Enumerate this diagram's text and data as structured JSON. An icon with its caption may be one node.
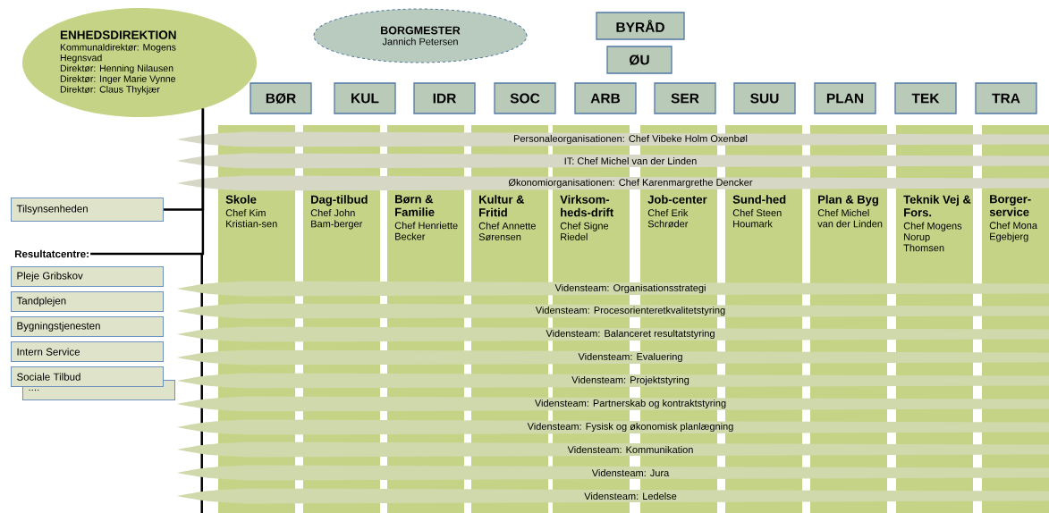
{
  "diagram": {
    "nodes": [
      {
        "text": [
          "ENHEDSDIREKTION",
          "Kommunaldirektør: Mogens Hegnsvad",
          "Direktør: Henning Nilausen",
          "Direktør: Inger Marie Vynne",
          "Direktør: Claus Thykjær"
        ]
      },
      {
        "text": [
          "BORGMESTER",
          "Jannich Petersen"
        ]
      },
      {
        "text": [
          "BYRÅD"
        ]
      },
      {
        "text": [
          "ØU"
        ]
      },
      {
        "text": [
          "BØR"
        ]
      },
      {
        "text": [
          "KUL"
        ]
      },
      {
        "text": [
          "IDR"
        ]
      },
      {
        "text": [
          "SOC"
        ]
      },
      {
        "text": [
          "ARB"
        ]
      },
      {
        "text": [
          "SER"
        ]
      },
      {
        "text": [
          "SUU"
        ]
      },
      {
        "text": [
          "PLAN"
        ]
      },
      {
        "text": [
          "TEK"
        ]
      },
      {
        "text": [
          "TRA"
        ]
      },
      {
        "text": [
          "Skole",
          "Chef Kim Kristian-sen"
        ]
      },
      {
        "text": [
          "Dag-tilbud",
          "Chef John Bam-berger"
        ]
      },
      {
        "text": [
          "Børn & Familie",
          "Chef Henriette Becker"
        ]
      },
      {
        "text": [
          "Kultur & Fritid",
          "Chef Annette Sørensen"
        ]
      },
      {
        "text": [
          "Virksom-heds-drift",
          "Chef Signe Riedel"
        ]
      },
      {
        "text": [
          "Job-center",
          "Chef Erik Schrøder"
        ]
      },
      {
        "text": [
          "Sund-hed",
          "Chef Steen Houmark"
        ]
      },
      {
        "text": [
          "Plan & Byg",
          "Chef Michel van der Linden"
        ]
      },
      {
        "text": [
          "Teknik Vej & Fors.",
          "Chef Mogens Norup Thomsen"
        ]
      },
      {
        "text": [
          "Borger-service",
          "Chef Mona Egebjerg"
        ]
      },
      {
        "text": [
          "Personaleorganisationen: Chef Vibeke Holm Oxenbøl"
        ]
      },
      {
        "text": [
          "IT: Chef Michel van der Linden"
        ]
      },
      {
        "text": [
          "Økonomiorganisationen: Chef Karenmargrethe Dencker"
        ]
      },
      {
        "text": [
          "Vidensteam: Organisationsstrategi"
        ]
      },
      {
        "text": [
          "Vidensteam: Procesorienteretkvalitetstyring"
        ]
      },
      {
        "text": [
          "Vidensteam: Balanceret resultatstyring"
        ]
      },
      {
        "text": [
          "Vidensteam: Evaluering"
        ]
      },
      {
        "text": [
          "Vidensteam: Projektstyring"
        ]
      },
      {
        "text": [
          "Vidensteam: Partnerskab og kontraktstyring"
        ]
      },
      {
        "text": [
          "Vidensteam: Fysisk og økonomisk planlægning"
        ]
      },
      {
        "text": [
          "Vidensteam: Kommunikation"
        ]
      },
      {
        "text": [
          "Vidensteam: Jura"
        ]
      },
      {
        "text": [
          "Vidensteam: Ledelse"
        ]
      },
      {
        "text": [
          "Tilsynsenheden"
        ]
      },
      {
        "text": [
          "Resultatcentre:"
        ]
      },
      {
        "text": [
          "Pleje Gribskov"
        ]
      },
      {
        "text": [
          "Tandplejen"
        ]
      },
      {
        "text": [
          "Bygningstjenesten"
        ]
      },
      {
        "text": [
          "Intern Service"
        ]
      },
      {
        "text": [
          "Sociale Tilbud"
        ]
      },
      {
        "text": [
          "...."
        ]
      }
    ],
    "edges": [
      {
        "from": 0,
        "to": 37,
        "arrow": "none"
      },
      {
        "from": 0,
        "to": 38,
        "arrow": "none"
      }
    ]
  }
}
